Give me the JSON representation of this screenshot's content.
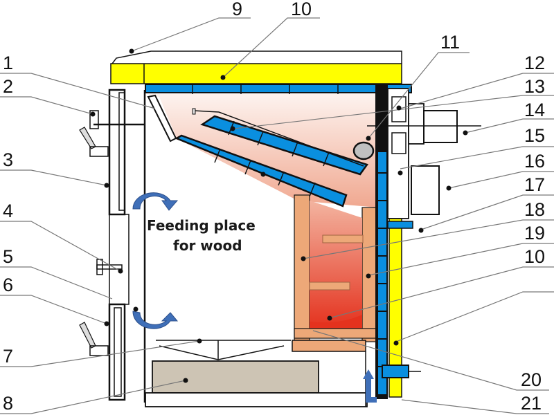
{
  "diagram": {
    "title": "Wood boiler cross-section",
    "caption_line1": "Feeding place",
    "caption_line2": "for wood",
    "labels_left": [
      "1",
      "2",
      "3",
      "4",
      "5",
      "6",
      "7",
      "8"
    ],
    "labels_top": [
      "9",
      "10",
      "11"
    ],
    "labels_right": [
      "12",
      "13",
      "14",
      "15",
      "16",
      "17",
      "18",
      "19",
      "10",
      "20",
      "21"
    ],
    "colors": {
      "insulation": "#ffff00",
      "water_jacket": "#0a8fdf",
      "refractory": "#eda878",
      "ash_pan": "#cdc4b4",
      "flame_top": "#f8e4dc",
      "flame_bottom": "#e83a24",
      "arrow": "#3f6fb8",
      "smoke_pipe": "#c0c0c0"
    }
  }
}
